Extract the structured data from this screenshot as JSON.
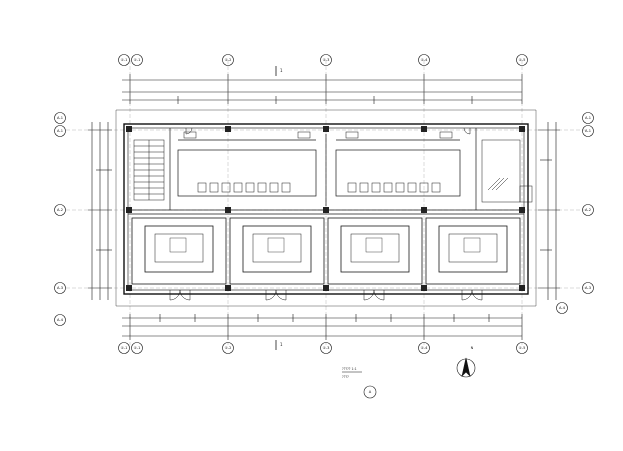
{
  "drawing": {
    "type": "floor-plan",
    "bubbles_top": [
      "①-1",
      "①-1",
      "①-2",
      "①-3",
      "①-4",
      "①-5"
    ],
    "bubbles_bottom": [
      "①-1",
      "①-1",
      "①-2",
      "①-3",
      "①-4",
      "①-5"
    ],
    "bubbles_left": [
      "A-1",
      "A-1",
      "A-2",
      "A-3",
      "A-4"
    ],
    "bubbles_right": [
      "A-1",
      "A-1",
      "A-2",
      "A-3",
      "A-4"
    ],
    "title_lines": [
      "????? 1:1",
      "????"
    ],
    "section_marks": [
      "1",
      "1"
    ],
    "detail_bubble": "A",
    "north_label": "N",
    "colors": {
      "line": "#1a1a1a",
      "wall": "#111111",
      "paper": "#ffffff"
    }
  }
}
